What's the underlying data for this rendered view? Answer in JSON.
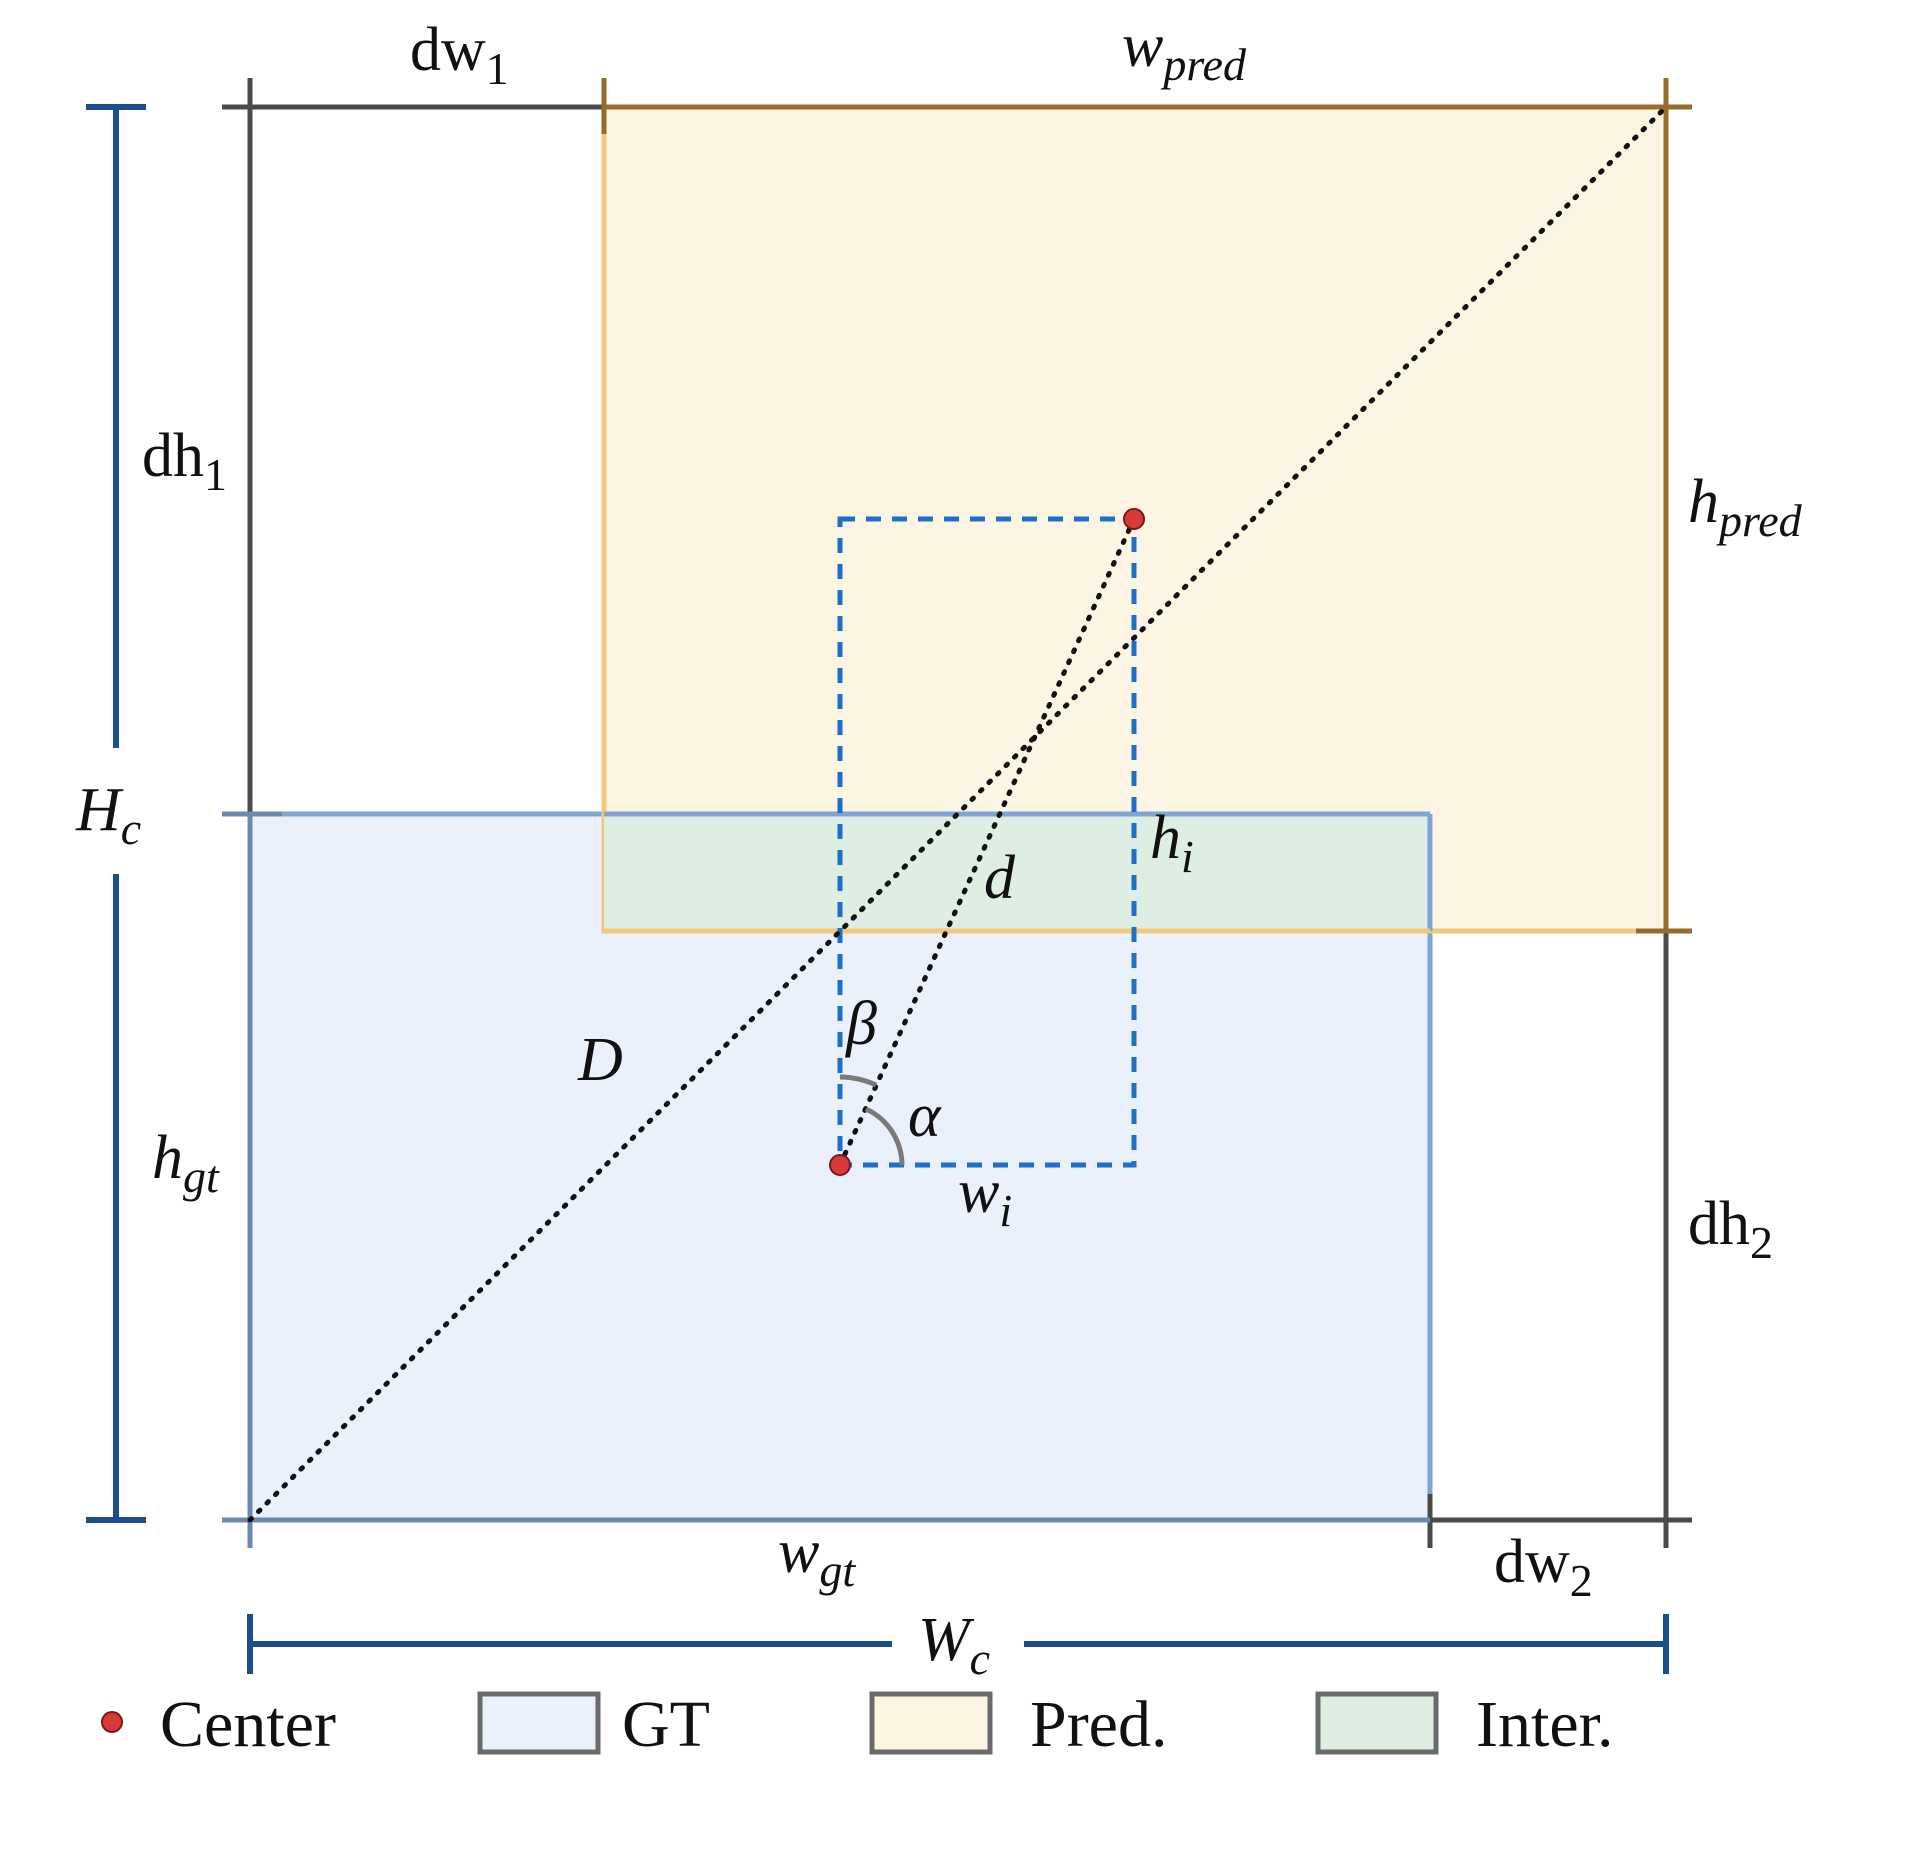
{
  "colors": {
    "gt_fill": "#ebf1fb",
    "gt_stroke": "#7fa6d2",
    "pred_fill": "#fdf5e3",
    "pred_stroke": "#f5c77e",
    "pred_dim": "#9a6a2a",
    "inter_fill": "#deeee3",
    "dim_blue": "#1b4f8a",
    "dash_blue": "#1e6fc7",
    "dim_dark": "#4a4a4a",
    "center_dot": "#d63a3a",
    "angle_arc": "#7a7a7a"
  },
  "labels": {
    "dw1": {
      "base": "dw",
      "sub": "1"
    },
    "w_pred": {
      "base": "w",
      "sub": "pred"
    },
    "dh1": {
      "base": "dh",
      "sub": "1"
    },
    "h_pred": {
      "base": "h",
      "sub": "pred"
    },
    "H_c": {
      "base": "H",
      "sub": "c"
    },
    "h_i": {
      "base": "h",
      "sub": "i"
    },
    "d": "d",
    "D": "D",
    "beta": "β",
    "alpha": "α",
    "w_i": {
      "base": "w",
      "sub": "i"
    },
    "h_gt": {
      "base": "h",
      "sub": "gt"
    },
    "dh2": {
      "base": "dh",
      "sub": "2"
    },
    "w_gt": {
      "base": "w",
      "sub": "gt"
    },
    "dw2": {
      "base": "dw",
      "sub": "2"
    },
    "W_c": {
      "base": "W",
      "sub": "c"
    }
  },
  "legend": {
    "center": "Center",
    "gt": "GT",
    "pred": "Pred.",
    "inter": "Inter."
  }
}
